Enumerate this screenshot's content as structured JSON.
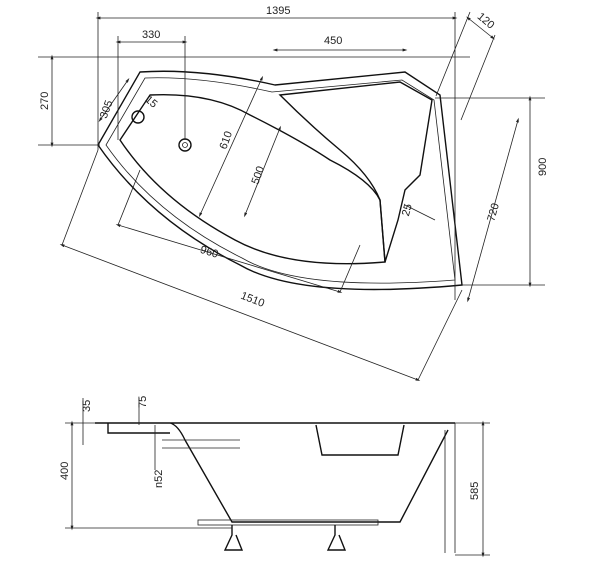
{
  "title": "Corner bathtub dimension drawing",
  "top_view": {
    "dims": {
      "overall_length": "1395",
      "drain_offset": "330",
      "headrest_width": "450",
      "corner_cut": "120",
      "left_depth": "270",
      "drain_edge": "305",
      "drain_size": "15",
      "basin_width": "610",
      "basin_inner": "500",
      "overall_width": "900",
      "right_depth": "720",
      "rim": "25",
      "basin_length": "960",
      "diagonal_length": "1510"
    }
  },
  "side_view": {
    "dims": {
      "rim_thickness": "35",
      "overflow_offset": "75",
      "inner_depth": "400",
      "overflow_diameter": "n52",
      "total_height": "585"
    }
  }
}
